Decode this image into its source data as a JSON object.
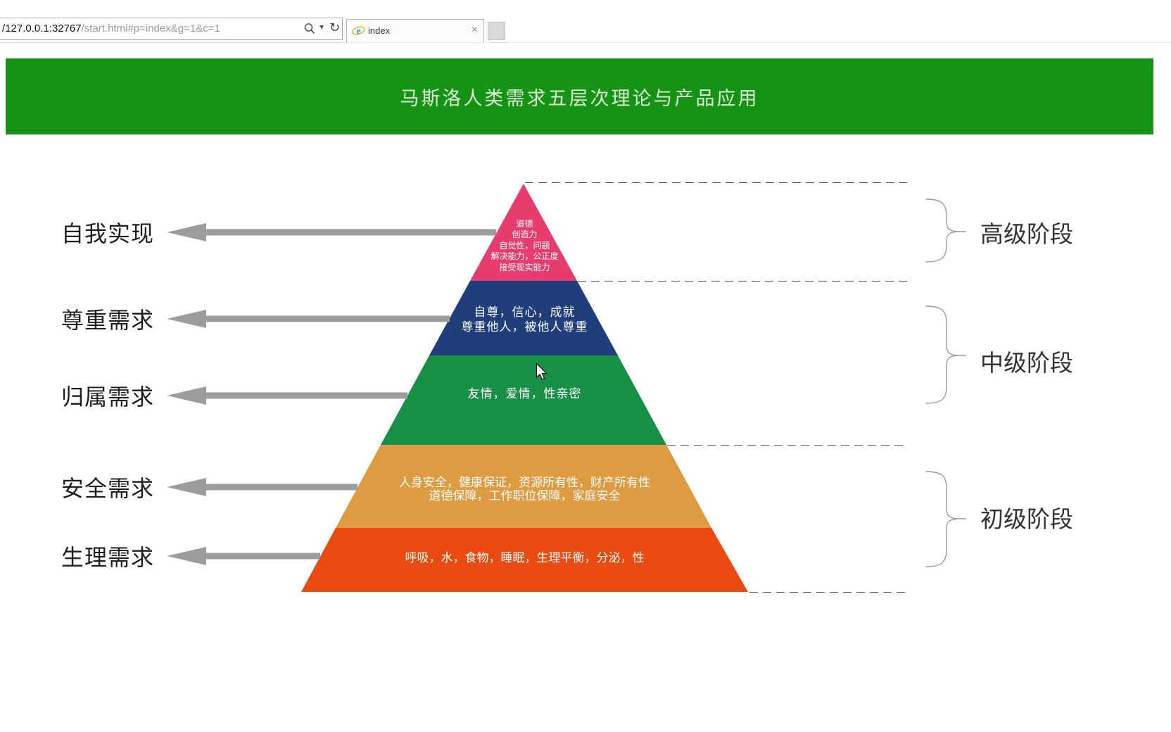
{
  "browser": {
    "url_host": "/127.0.0.1:32767",
    "url_path": "/start.html#p=index&g=1&c=1",
    "caret_glyph": "▾",
    "refresh_glyph": "↻",
    "tab_title": "index",
    "close_glyph": "×"
  },
  "header": {
    "title": "马斯洛人类需求五层次理论与产品应用",
    "bg_color": "#149314",
    "text_color": "#dcecd4"
  },
  "diagram": {
    "arrow_color": "#9c9c9c",
    "levels": [
      {
        "name": "self-actualization",
        "label": "自我实现",
        "color": "#e73c6e",
        "text": "道德\n创造力\n自觉性，问题\n解决能力，公正度\n接受现实能力"
      },
      {
        "name": "esteem",
        "label": "尊重需求",
        "color": "#203e7c",
        "text": "自尊，信心，成就\n尊重他人，被他人尊重"
      },
      {
        "name": "belonging",
        "label": "归属需求",
        "color": "#178f45",
        "text": "友情，爱情，性亲密"
      },
      {
        "name": "safety",
        "label": "安全需求",
        "color": "#de9b41",
        "text": "人身安全，健康保证，资源所有性，财产所有性\n道德保障，工作职位保障，家庭安全"
      },
      {
        "name": "physiological",
        "label": "生理需求",
        "color": "#e94a0f",
        "text": "呼吸，水，食物，睡眠，生理平衡，分泌，性"
      }
    ],
    "stages": [
      {
        "label": "高级阶段"
      },
      {
        "label": "中级阶段"
      },
      {
        "label": "初级阶段"
      }
    ]
  }
}
